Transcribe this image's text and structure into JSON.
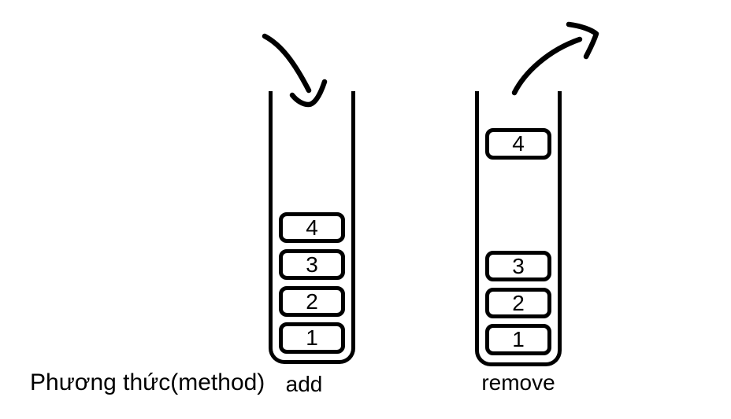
{
  "diagram": {
    "method_caption": "Phương thức(method)",
    "add_stack": {
      "label": "add",
      "boxes": [
        "4",
        "3",
        "2",
        "1"
      ]
    },
    "remove_stack": {
      "label": "remove",
      "popped_box": "4",
      "boxes": [
        "3",
        "2",
        "1"
      ]
    },
    "icons": {
      "add_arrow": "curved-arrow-down-into-stack",
      "remove_arrow": "curved-arrow-up-out-of-stack"
    },
    "colors": {
      "ink": "#000000",
      "background": "#ffffff"
    }
  }
}
